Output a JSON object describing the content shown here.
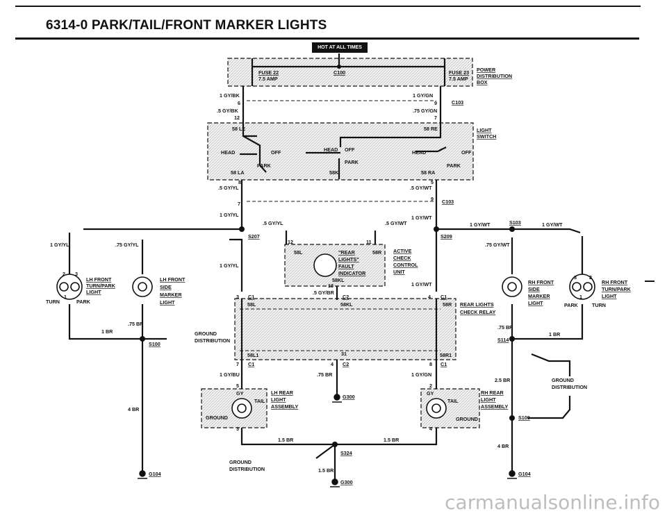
{
  "header": {
    "title": "6314-0   PARK/TAIL/FRONT MARKER LIGHTS",
    "badge": "HOT AT ALL TIMES"
  },
  "diagram": {
    "power_box": {
      "name_lines": [
        "POWER",
        "DISTRIBUTION",
        "BOX"
      ],
      "fuse22": [
        "FUSE 22",
        "7.5 AMP"
      ],
      "fuse23": [
        "FUSE 23",
        "7.5 AMP"
      ],
      "connector": "C100"
    },
    "light_switch": {
      "name_lines": [
        "LIGHT",
        "SWITCH"
      ],
      "labels": [
        "58 LE",
        "58 RE",
        "HEAD",
        "OFF",
        "PARK",
        "HEAD",
        "OFF",
        "PARK",
        "HEAD",
        "OFF",
        "PARK",
        "58 LA",
        "58K",
        "58 RA"
      ]
    },
    "connectors": [
      "C103",
      "C103",
      "C1",
      "C2",
      "C1",
      "C1",
      "C2",
      "C1",
      "S207",
      "S209",
      "S103",
      "S114",
      "S100",
      "S100",
      "S324",
      "G300",
      "G300",
      "G104",
      "G104"
    ],
    "pins": [
      "6",
      "9",
      "12",
      "7",
      "8",
      "5",
      "7",
      "9",
      "12",
      "11",
      "3",
      "13",
      "4",
      "7",
      "4",
      "8",
      "5",
      "2",
      "3",
      "4",
      "31",
      "2",
      "3",
      "1",
      "3",
      "2",
      "1"
    ],
    "wires": [
      ".5 GY/BK",
      "1 GY/BK",
      "1 GY/GN",
      ".75 GY/GN",
      ".5 GY/YL",
      "1 GY/YL",
      ".5 GY/WT",
      "1 GY/WT",
      ".5 GY/YL",
      ".5 GY/WT",
      "1 GY/WT",
      "1 GY/WT",
      "1 GY/YL",
      ".75 GY/YL",
      "1 GY/YL",
      ".75 GY/WT",
      ".5 GY/BR",
      "1 GY/WT",
      "1 BR",
      ".75 BR",
      ".75 BR",
      "1 BR",
      "1 GY/BU",
      "1 GY/GN",
      ".75 BR",
      "2.5 BR",
      "4 BR",
      "4 BR",
      "1.5 BR",
      "1.5 BR",
      "1.5 BR"
    ],
    "components": {
      "lh_front": [
        "LH FRONT",
        "TURN/PARK",
        "LIGHT"
      ],
      "lh_side": [
        "LH FRONT",
        "SIDE",
        "MARKER",
        "LIGHT"
      ],
      "rh_side": [
        "RH FRONT",
        "SIDE",
        "MARKER",
        "LIGHT"
      ],
      "rh_front": [
        "RH FRONT",
        "TURN/PARK",
        "LIGHT"
      ],
      "check_unit": [
        "\"REAR",
        "LIGHTS\"",
        "FAULT",
        "INDICATOR",
        "ACTIVE",
        "CHECK",
        "CONTROL",
        "UNIT"
      ],
      "relay": [
        "REAR LIGHTS",
        "CHECK RELAY"
      ],
      "lh_rear": [
        "LH REAR",
        "LIGHT",
        "ASSEMBLY"
      ],
      "rh_rear": [
        "RH REAR",
        "LIGHT",
        "ASSEMBLY"
      ],
      "ground_dist": [
        "GROUND",
        "DISTRIBUTION"
      ],
      "misc": [
        "TURN",
        "PARK",
        "PARK",
        "TURN",
        "TAIL",
        "TAIL",
        "GROUND",
        "GROUND",
        "GY",
        "GY",
        "58L",
        "58R",
        "58KL",
        "58L",
        "58R",
        "58KL",
        "58L1",
        "58R1"
      ]
    }
  },
  "watermark": "carmanualsonline.info"
}
